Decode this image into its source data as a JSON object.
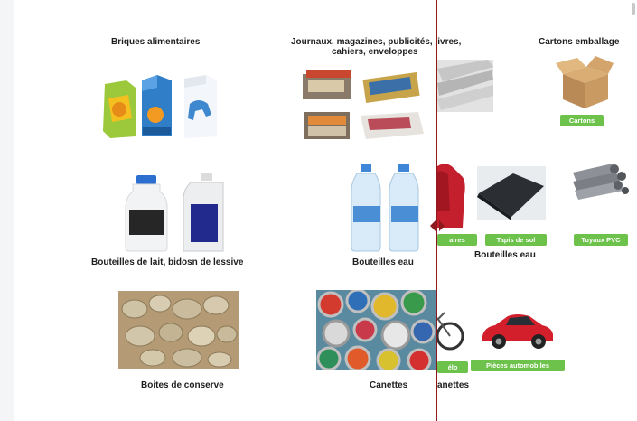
{
  "left": {
    "briques": {
      "title": "Briques alimentaires"
    },
    "journaux": {
      "title_line1": "Journaux, magazines, publicités, livres,",
      "title_line2": "cahiers, enveloppes"
    },
    "bouteilles_lait": {
      "title": "Bouteilles de lait, bidosn de lessive"
    },
    "bouteilles_eau": {
      "title": "Bouteilles eau"
    },
    "boites": {
      "title": "Boites de conserve"
    },
    "canettes": {
      "title": "Canettes"
    }
  },
  "right": {
    "cartons_emballage": {
      "title": "Cartons emballage",
      "label": "Cartons"
    },
    "textiles": {
      "label": "aires"
    },
    "tapis": {
      "label": "Tapis de sol"
    },
    "tuyaux": {
      "label": "Tuyaux PVC"
    },
    "bouteilles_eau": {
      "title": "Bouteilles eau"
    },
    "velo": {
      "label": "élo"
    },
    "pieces": {
      "label": "Pièces automobiles"
    },
    "canettes": {
      "title": "anettes"
    }
  },
  "colors": {
    "divider": "#8e1a1d",
    "label_green": "#6cc24a"
  }
}
